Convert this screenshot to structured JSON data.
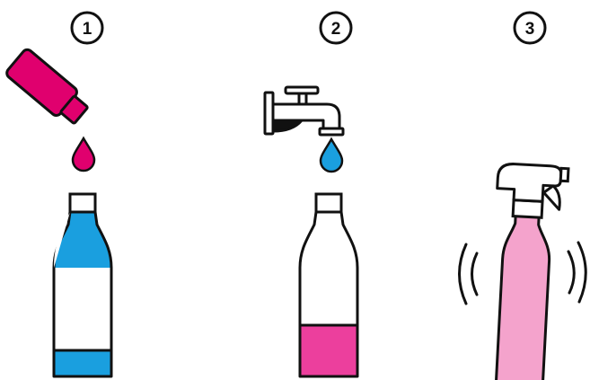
{
  "steps": [
    {
      "number": "1",
      "icon": "concentrate-bottle-pouring-icon",
      "drop": "magenta-drop-icon",
      "bottle": "bottle-with-blue-liquid"
    },
    {
      "number": "2",
      "icon": "water-faucet-icon",
      "drop": "blue-drop-icon",
      "bottle": "bottle-with-magenta-liquid"
    },
    {
      "number": "3",
      "icon": "spray-bottle-shaking-icon",
      "bottle": "spray-bottle-with-pink-liquid"
    }
  ],
  "colors": {
    "outline": "#111111",
    "magenta": "#e0006e",
    "blue": "#1a9fdf",
    "magenta_liquid": "#ec3f9d",
    "pink_liquid": "#f4a3cc"
  }
}
